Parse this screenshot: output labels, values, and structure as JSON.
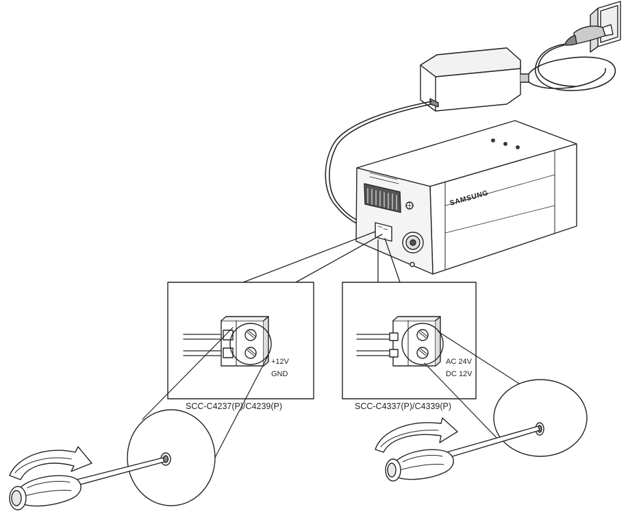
{
  "camera": {
    "brand": "SAMSUNG"
  },
  "panels": [
    {
      "model_caption": "SCC-C4237(P)/C4239(P)",
      "terminal_labels": [
        "+12V",
        "GND"
      ]
    },
    {
      "model_caption": "SCC-C4337(P)/C4339(P)",
      "terminal_labels": [
        "AC 24V",
        "DC 12V"
      ]
    }
  ],
  "colors": {
    "line": "#222222",
    "fill": "#ffffff",
    "shade": "#d8d8d8",
    "dark_shade": "#9a9a9a"
  },
  "icons": [
    "wall-outlet-icon",
    "power-adapter-icon",
    "cctv-camera-icon",
    "terminal-block-icon",
    "screwdriver-icon",
    "rotate-arrow-icon"
  ]
}
